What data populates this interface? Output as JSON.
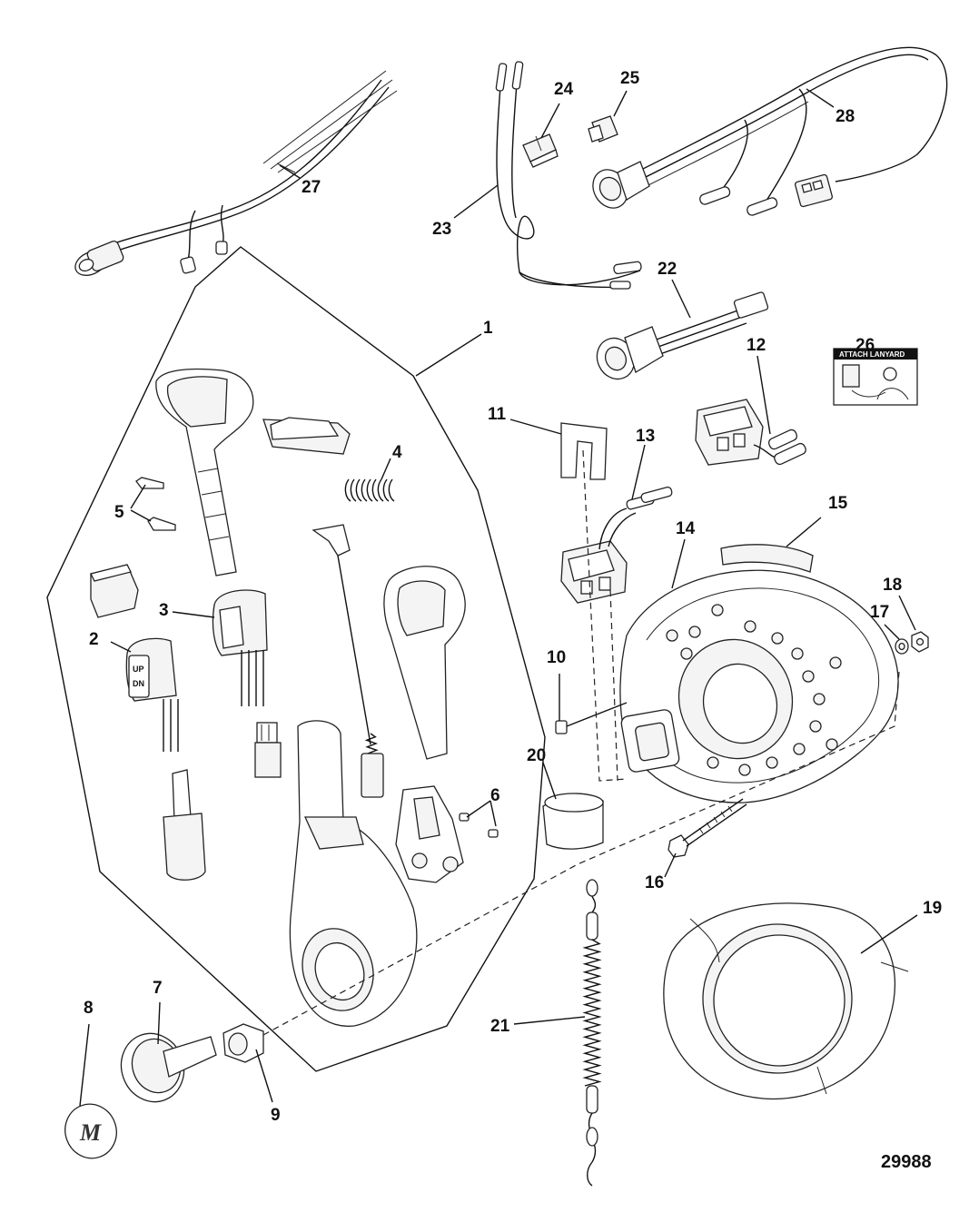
{
  "drawing_number": "29988",
  "callouts": [
    "1",
    "2",
    "3",
    "4",
    "5",
    "6",
    "7",
    "8",
    "9",
    "10",
    "11",
    "12",
    "13",
    "14",
    "15",
    "16",
    "17",
    "18",
    "19",
    "20",
    "21",
    "22",
    "23",
    "24",
    "25",
    "26",
    "27",
    "28"
  ],
  "sticker": {
    "title": "ATTACH LANYARD"
  },
  "switch_labels": {
    "up": "UP",
    "down": "DN"
  },
  "logo_letter": "M"
}
